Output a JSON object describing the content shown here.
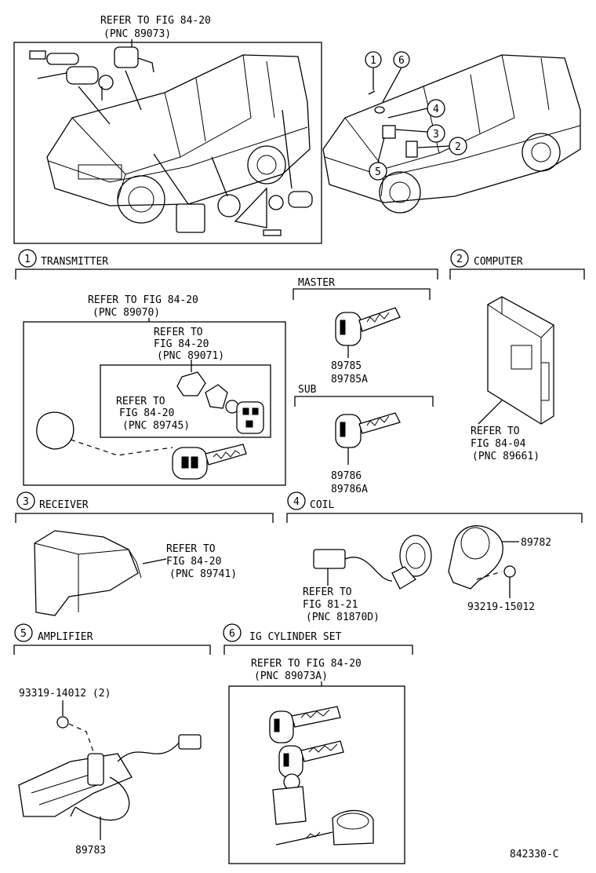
{
  "top_left": {
    "refer_line1": "REFER TO FIG 84-20",
    "refer_line2": "(PNC 89073)"
  },
  "index_circles": {
    "c1": "1",
    "c2": "2",
    "c3": "3",
    "c4": "4",
    "c5": "5",
    "c6": "6"
  },
  "sections": {
    "transmitter": {
      "num": "1",
      "title": "TRANSMITTER"
    },
    "computer": {
      "num": "2",
      "title": "COMPUTER"
    },
    "receiver": {
      "num": "3",
      "title": "RECEIVER"
    },
    "coil": {
      "num": "4",
      "title": "COIL"
    },
    "amplifier": {
      "num": "5",
      "title": "AMPLIFIER"
    },
    "ig_cylinder": {
      "num": "6",
      "title": "IG CYLINDER SET"
    }
  },
  "transmitter": {
    "refer_a1": "REFER TO FIG 84-20",
    "refer_a2": "(PNC 89070)",
    "refer_b1": "REFER TO",
    "refer_b2": "FIG 84-20",
    "refer_b3": "(PNC 89071)",
    "refer_c1": "REFER TO",
    "refer_c2": "FIG 84-20",
    "refer_c3": "(PNC 89745)"
  },
  "master": {
    "label": "MASTER",
    "part1": "89785",
    "part2": "89785A"
  },
  "sub": {
    "label": "SUB",
    "part1": "89786",
    "part2": "89786A"
  },
  "computer": {
    "refer1": "REFER TO",
    "refer2": "FIG 84-04",
    "refer3": "(PNC 89661)"
  },
  "receiver": {
    "refer1": "REFER TO",
    "refer2": "FIG 84-20",
    "refer3": "(PNC 89741)"
  },
  "coil": {
    "refer1": "REFER TO",
    "refer2": "FIG 81-21",
    "refer3": "(PNC 81870D)",
    "part_coil": "89782",
    "part_screw": "93219-15012"
  },
  "amplifier": {
    "part_screw": "93319-14012 (2)",
    "part_amp": "89783"
  },
  "ig_cylinder": {
    "refer1": "REFER TO FIG 84-20",
    "refer2": "(PNC 89073A)"
  },
  "figure_code": "842330-C"
}
